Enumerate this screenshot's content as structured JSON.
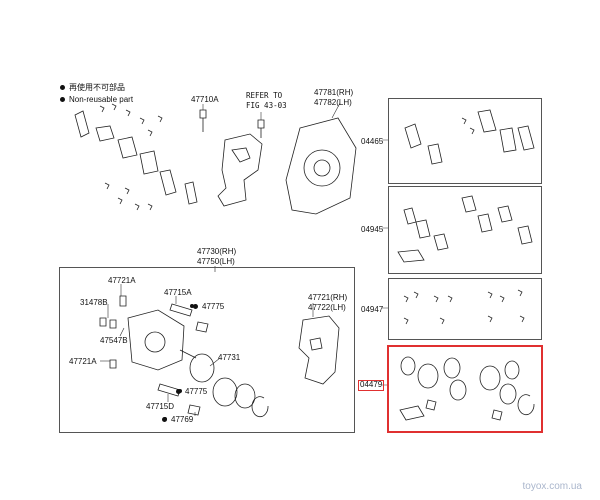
{
  "legend": {
    "jp_text": "再使用不可部品",
    "en_text": "Non-reusable part"
  },
  "labels": {
    "p47710A": "47710A",
    "refer_line1": "REFER TO",
    "refer_line2": "FIG 43-03",
    "p47781": "47781(RH)",
    "p47782": "47782(LH)",
    "p47730": "47730(RH)",
    "p47750": "47750(LH)",
    "p47721A_top": "47721A",
    "p47715A": "47715A",
    "p47775_top": "47775",
    "p31478B": "31478B",
    "p47547B": "47547B",
    "p47721A_left": "47721A",
    "p47731": "47731",
    "p47775_bot": "47775",
    "p47715D": "47715D",
    "p47769": "47769",
    "p47721": "47721(RH)",
    "p47722": "47722(LH)",
    "kit_04465": "04465",
    "kit_04945": "04945",
    "kit_04947": "04947",
    "kit_04479": "04479"
  },
  "colors": {
    "highlight": "#e03030",
    "line": "#555555",
    "watermark": "#aab6cc"
  },
  "watermark": "toyox.com.ua"
}
